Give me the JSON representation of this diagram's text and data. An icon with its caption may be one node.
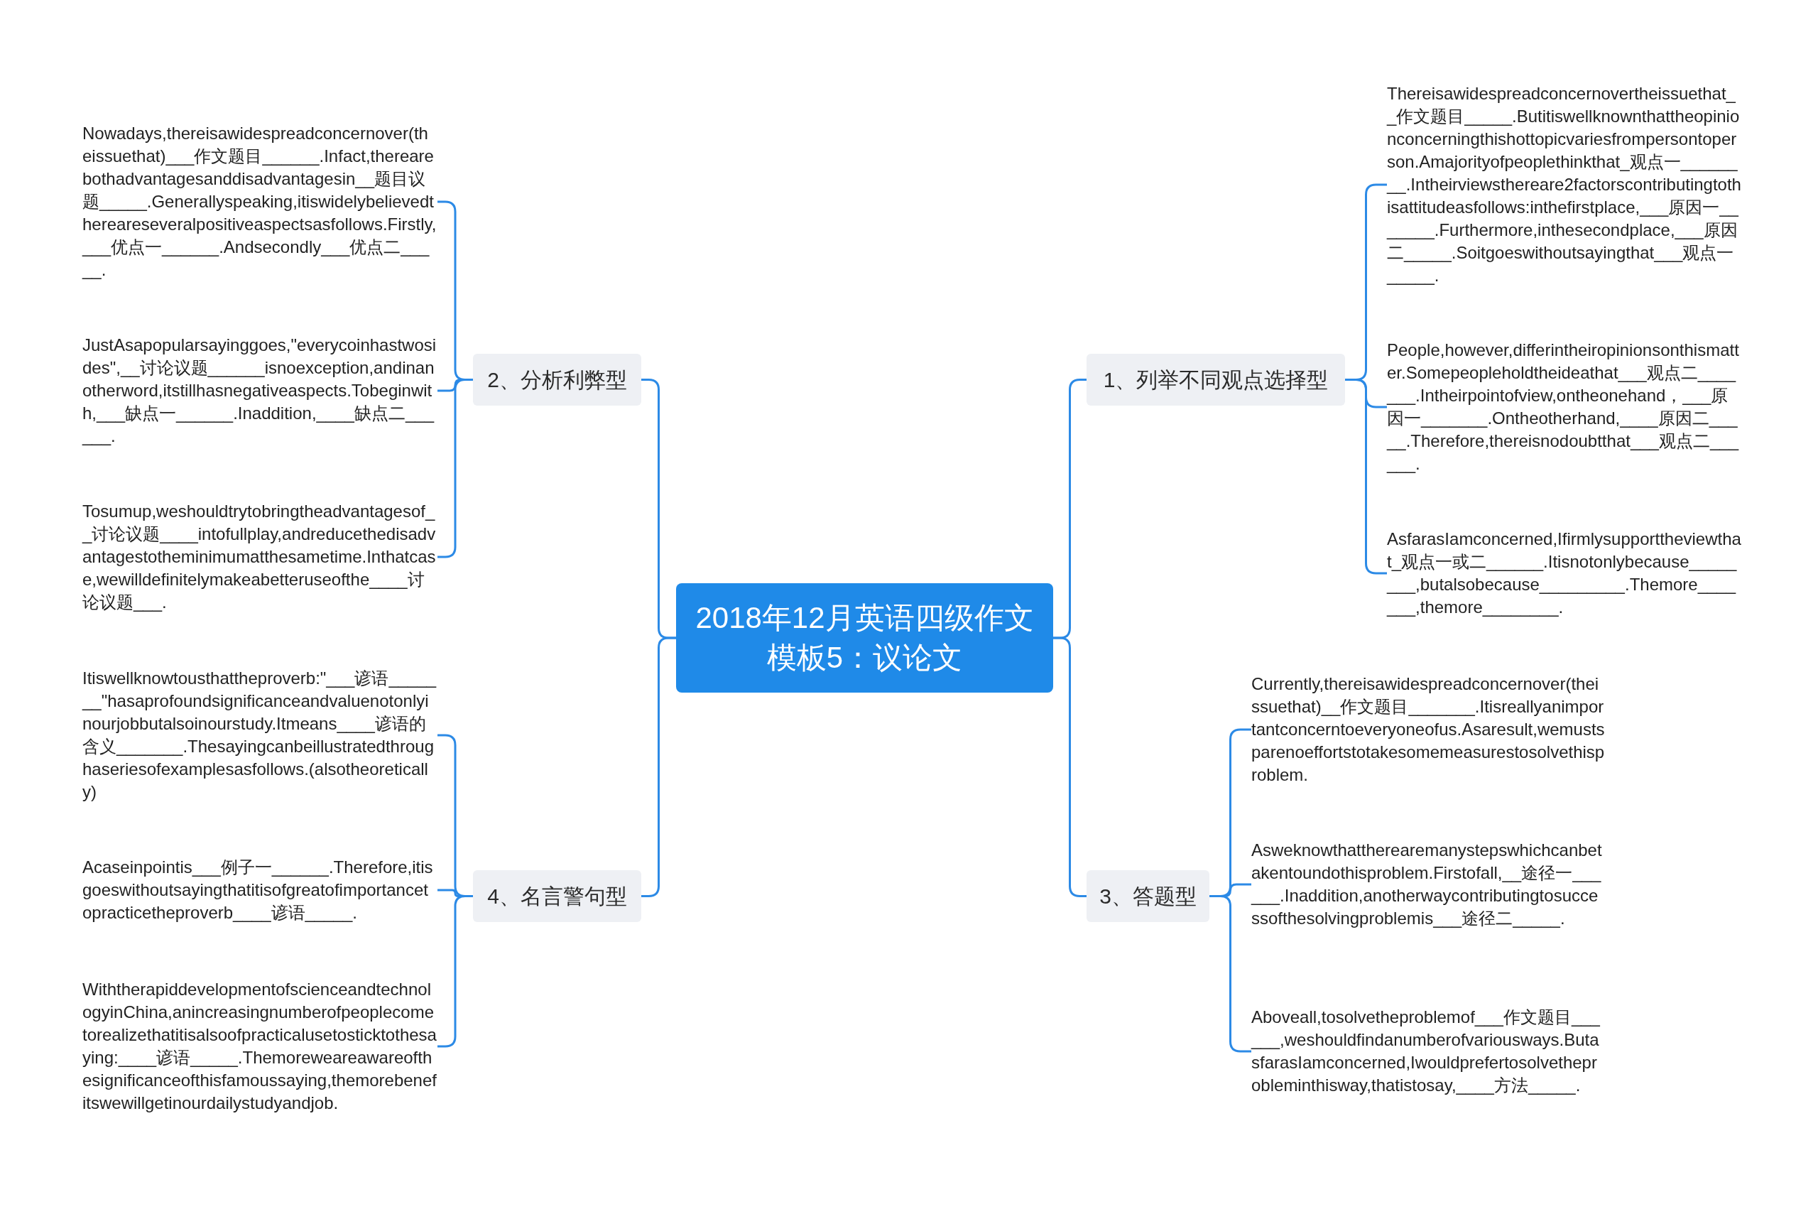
{
  "diagram": {
    "nodes": [
      {
        "text": [
          "2018年12月英语四级作文模板5：议论文"
        ]
      },
      {
        "text": [
          "1、列举不同观点选择型"
        ]
      },
      {
        "text": [
          "Thereisawidespreadconcernovertheissuethat__作文题目_____.Butitiswellknownthattheopinionconcerningthishottopicvariesfrompersontoperson.Amajorityofpeoplethinkthat_观点一________.Intheirviewsthereare2factorscontributingtothisattitudeasfollows:inthefirstplace,___原因一_______.Furthermore,inthesecondplace,___原因二_____.Soitgoeswithoutsayingthat___观点一_____."
        ]
      },
      {
        "text": [
          "People,however,differintheiropinionsonthismatter.Somepeopleholdtheideathat___观点二_______.Intheirpointofview,ontheonehand，___原因一_______.Ontheotherhand,____原因二_____.Therefore,thereisnodoubtthat___观点二______."
        ]
      },
      {
        "text": [
          "AsfarasIamconcerned,Ifirmlysupporttheviewthat_观点一或二______.Itisnotonlybecause________,butalsobecause_________.Themore_______,themore________."
        ]
      },
      {
        "text": [
          "2、分析利弊型"
        ]
      },
      {
        "text": [
          "Nowadays,thereisawidespreadconcernover(theissuethat)___作文题目______.Infact,therearebothadvantagesanddisadvantagesin__题目议题_____.Generallyspeaking,itiswidelybelievedthereareseveralpositiveaspectsasfollows.Firstly,___优点一______.Andsecondly___优点二_____."
        ]
      },
      {
        "text": [
          "JustAsapopularsayinggoes,\"everycoinhastwosides\",__讨论议题______isnoexception,andinanotherword,itstillhasnegativeaspects.Tobeginwith,___缺点一______.Inaddition,____缺点二______."
        ]
      },
      {
        "text": [
          "Tosumup,weshouldtrytobringtheadvantagesof__讨论议题____intofullplay,andreducethedisadvantagestotheminimumatthesametime.Inthatcase,wewilldefinitelymakeabetteruseofthe____讨论议题___."
        ]
      },
      {
        "text": [
          "3、答题型"
        ]
      },
      {
        "text": [
          "Currently,thereisawidespreadconcernover(theissuethat)__作文题目_______.Itisreallyanimportantconcerntoeveryoneofus.Asaresult,wemustsparenoeffortstotakesomemeasurestosolvethisproblem."
        ]
      },
      {
        "text": [
          "Asweknowthattherearemanystepswhichcanbetakentoundothisproblem.Firstofall,__途径一______.Inaddition,anotherwaycontributingtosuccessofthesolvingproblemis___途径二_____."
        ]
      },
      {
        "text": [
          "Aboveall,tosolvetheproblemof___作文题目______,weshouldfindanumberofvariousways.ButasfarasIamconcerned,Iwouldprefertosolvetheprobleminthisway,thatistosay,____方法_____."
        ]
      },
      {
        "text": [
          "4、名言警句型"
        ]
      },
      {
        "text": [
          "Itiswellknowtousthattheproverb:\"___谚语_______\"hasaprofoundsignificanceandvaluenotonlyinourjobbutalsoinourstudy.Itmeans____谚语的含义_______.Thesayingcanbeillustratedthroughaseriesofexamplesasfollows.(alsotheoretically)"
        ]
      },
      {
        "text": [
          "Acaseinpointis___例子一______.Therefore,itisgoeswithoutsayingthatitisofgreatofimportancetopracticetheproverb____谚语_____."
        ]
      },
      {
        "text": [
          "WiththerapiddevelopmentofscienceandtechnologyinChina,anincreasingnumberofpeoplecometorealizethatitisalsoofpracticalusetosticktothesaying:____谚语_____.Themoreweareawareofthesignificanceofthisfamoussaying,themorebenefitswewillgetinourdailystudyandjob."
        ]
      }
    ],
    "edges": [
      {
        "from": 0,
        "to": 1,
        "arrow": "none"
      },
      {
        "from": 1,
        "to": 2,
        "arrow": "none"
      },
      {
        "from": 1,
        "to": 3,
        "arrow": "none"
      },
      {
        "from": 1,
        "to": 4,
        "arrow": "none"
      },
      {
        "from": 0,
        "to": 5,
        "arrow": "none"
      },
      {
        "from": 5,
        "to": 6,
        "arrow": "none"
      },
      {
        "from": 5,
        "to": 7,
        "arrow": "none"
      },
      {
        "from": 5,
        "to": 8,
        "arrow": "none"
      },
      {
        "from": 0,
        "to": 9,
        "arrow": "none"
      },
      {
        "from": 9,
        "to": 10,
        "arrow": "none"
      },
      {
        "from": 9,
        "to": 11,
        "arrow": "none"
      },
      {
        "from": 9,
        "to": 12,
        "arrow": "none"
      },
      {
        "from": 0,
        "to": 13,
        "arrow": "none"
      },
      {
        "from": 13,
        "to": 14,
        "arrow": "none"
      },
      {
        "from": 13,
        "to": 15,
        "arrow": "none"
      },
      {
        "from": 13,
        "to": 16,
        "arrow": "none"
      }
    ]
  }
}
